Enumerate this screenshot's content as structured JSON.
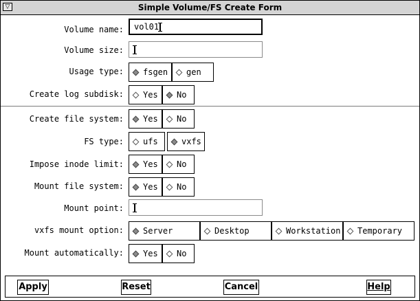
{
  "window": {
    "title": "Simple Volume/FS Create Form"
  },
  "fields": {
    "volume_name": {
      "label": "Volume name:",
      "value": "vol01"
    },
    "volume_size": {
      "label": "Volume size:",
      "value": ""
    },
    "mount_point": {
      "label": "Mount point:",
      "value": ""
    }
  },
  "usage_type": {
    "label": "Usage type:",
    "options": [
      "fsgen",
      "gen"
    ],
    "selected": "fsgen"
  },
  "create_log_subdisk": {
    "label": "Create log subdisk:",
    "options": [
      "Yes",
      "No"
    ],
    "selected": "No"
  },
  "create_file_system": {
    "label": "Create file system:",
    "options": [
      "Yes",
      "No"
    ],
    "selected": "Yes"
  },
  "fs_type": {
    "label": "FS type:",
    "options": [
      "ufs",
      "vxfs"
    ],
    "selected": "vxfs"
  },
  "impose_inode_limit": {
    "label": "Impose inode limit:",
    "options": [
      "Yes",
      "No"
    ],
    "selected": "Yes"
  },
  "mount_file_system": {
    "label": "Mount file system:",
    "options": [
      "Yes",
      "No"
    ],
    "selected": "Yes"
  },
  "vxfs_mount_option": {
    "label": "vxfs mount option:",
    "options": [
      "Server",
      "Desktop",
      "Workstation",
      "Temporary"
    ],
    "selected": "Server"
  },
  "mount_automatically": {
    "label": "Mount automatically:",
    "options": [
      "Yes",
      "No"
    ],
    "selected": "Yes"
  },
  "buttons": {
    "apply": "Apply",
    "reset": "Reset",
    "cancel": "Cancel",
    "help": "Help"
  },
  "icons": {
    "window_menu": "window-menu-icon",
    "radio": "diamond-radio-icon"
  }
}
